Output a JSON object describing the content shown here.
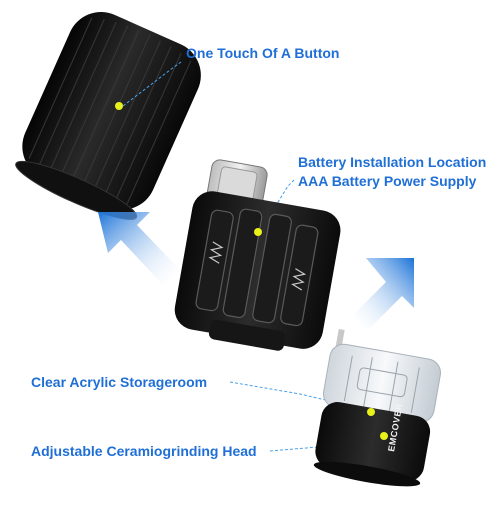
{
  "callouts": {
    "button": "One Touch Of A Button",
    "battery_location": "Battery Installation Location",
    "battery_supply": "AAA Battery Power Supply",
    "storage": "Clear Acrylic Storageroom",
    "grinding_head": "Adjustable Ceramiogrinding Head"
  },
  "brand": "EMCOVER",
  "colors": {
    "callout_text": "#1f6fd6",
    "leader_line": "#4aa0e8",
    "marker_dot": "#e8f21a",
    "arrow_blue": "#1a72d8",
    "body_black": "#151515"
  }
}
